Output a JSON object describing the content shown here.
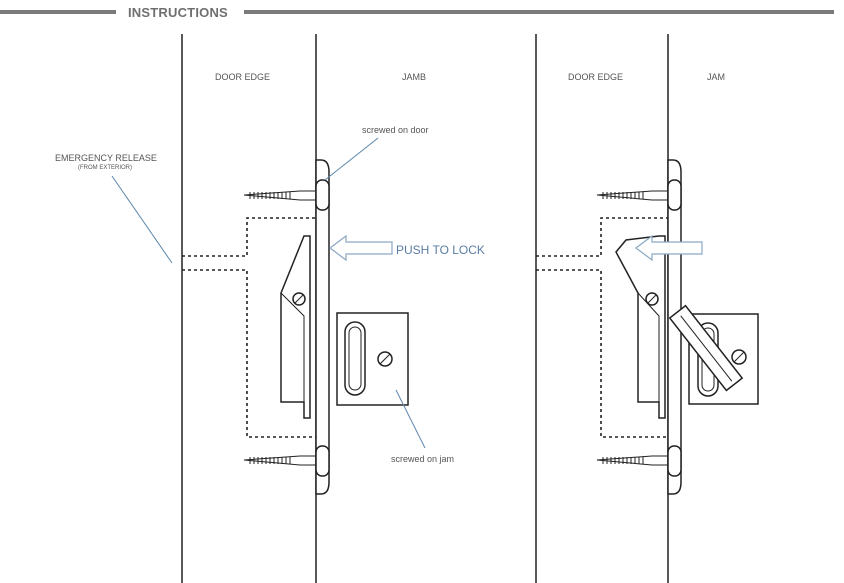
{
  "header": {
    "title": "INSTRUCTIONS",
    "rule_color": "#7a7a7a"
  },
  "left_panel": {
    "door_edge_label": "DOOR EDGE",
    "jamb_label": "JAMB",
    "emergency_release_label": "EMERGENCY RELEASE",
    "emergency_release_sub": "(FROM EXTERIOR)",
    "screwed_on_door_label": "screwed on door",
    "push_to_lock_label": "PUSH TO LOCK",
    "screwed_on_jam_label": "screwed on jam"
  },
  "right_panel": {
    "door_edge_label": "DOOR EDGE",
    "jam_label": "JAM"
  },
  "colors": {
    "accent_blue": "#5a7da4",
    "line": "#222222",
    "label_gray": "#555555"
  }
}
